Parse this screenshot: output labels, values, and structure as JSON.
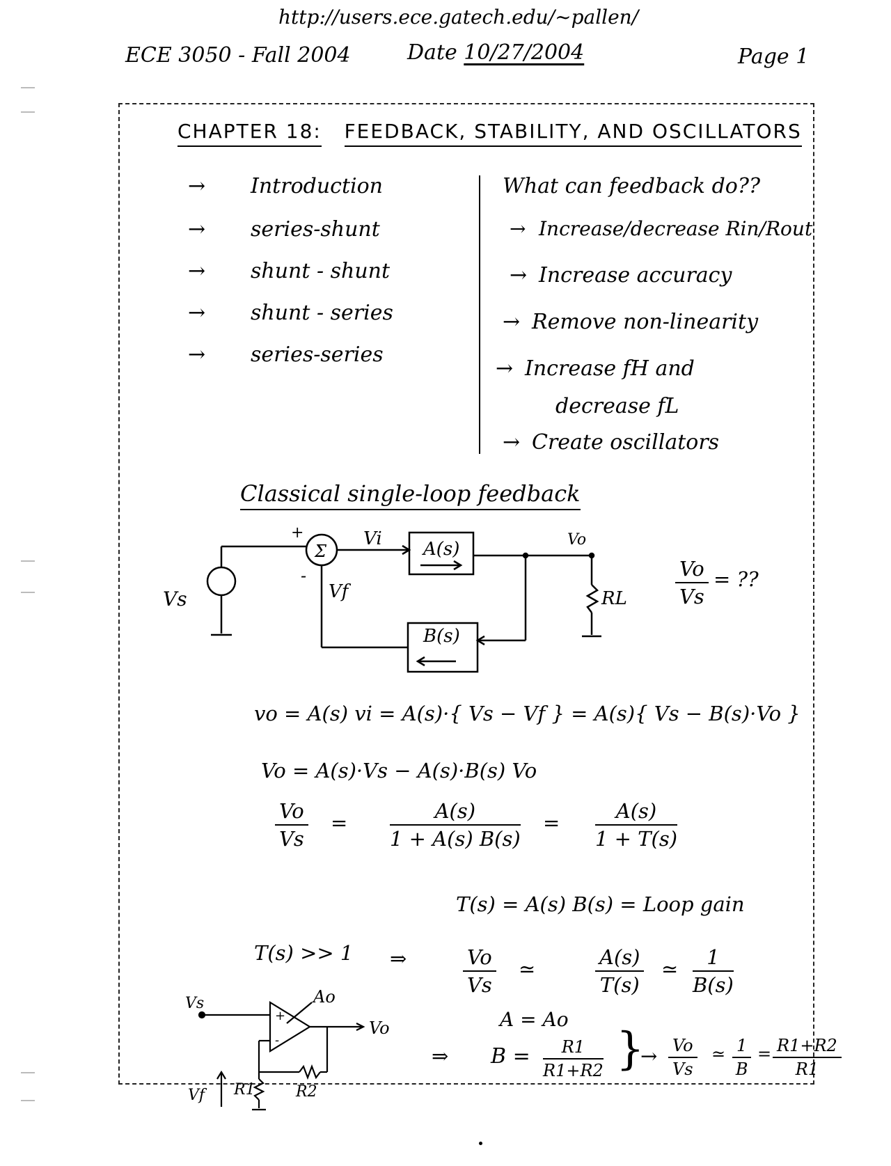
{
  "header": {
    "url": "http://users.ece.gatech.edu/~pallen/",
    "course": "ECE 3050 - Fall 2004",
    "date_label": "Date",
    "date_value": "10/27/2004",
    "page": "Page 1"
  },
  "chapter": {
    "label": "CHAPTER 18:",
    "title": "FEEDBACK, STABILITY, AND OSCILLATORS"
  },
  "topics": {
    "arrow": "→",
    "items": [
      "Introduction",
      "series-shunt",
      "shunt - shunt",
      "shunt - series",
      "series-series"
    ]
  },
  "feedback_uses": {
    "question": "What can feedback do??",
    "arrow": "→",
    "items": [
      "Increase/decrease Rin/Rout",
      "Increase accuracy",
      "Remove non-linearity",
      "Increase fH and",
      "Create oscillators"
    ],
    "continuation": "decrease fL"
  },
  "section_title": "Classical single-loop feedback",
  "diagram": {
    "vs": "Vs",
    "plus": "+",
    "minus": "-",
    "sum": "Σ",
    "vi": "Vi",
    "a_block": "A(s)",
    "b_block": "B(s)",
    "vo": "Vo",
    "vf": "Vf",
    "rl": "RL",
    "ratio_num": "Vo",
    "ratio_den": "Vs",
    "ratio_rhs": "= ??"
  },
  "equations": {
    "line1": "vo = A(s) vi = A(s)·{ Vs − Vf } = A(s){ Vs − B(s)·Vo }",
    "line2": "Vo = A(s)·Vs − A(s)·B(s) Vo",
    "gain_num": "Vo",
    "gain_den": "Vs",
    "frac1_num": "A(s)",
    "frac1_den": "1 + A(s) B(s)",
    "frac2_num": "A(s)",
    "frac2_den": "1 + T(s)",
    "eq": "=",
    "loop_gain": "T(s) = A(s) B(s) = Loop gain",
    "cond": "T(s) >> 1",
    "implies": "⇒",
    "approx": "≃",
    "approx_num": "Vo",
    "approx_den": "Vs",
    "approx_mid_num": "A(s)",
    "approx_mid_den": "T(s)",
    "approx_end_num": "1",
    "approx_end_den": "B(s)"
  },
  "opamp": {
    "vs": "Vs",
    "plus": "+",
    "minus": "-",
    "a0": "Ao",
    "vo": "Vo",
    "vf": "Vf",
    "r1": "R1",
    "r2": "R2",
    "gain_a": "A = Ao",
    "gain_b_lhs": "B =",
    "gain_b_num": "R1",
    "gain_b_den": "R1+R2",
    "result_lhs_num": "Vo",
    "result_lhs_den": "Vs",
    "result_mid_num": "1",
    "result_mid_den": "B",
    "result_rhs_num": "R1+R2",
    "result_rhs_den": "R1",
    "arrow": "→",
    "brace": "}"
  }
}
